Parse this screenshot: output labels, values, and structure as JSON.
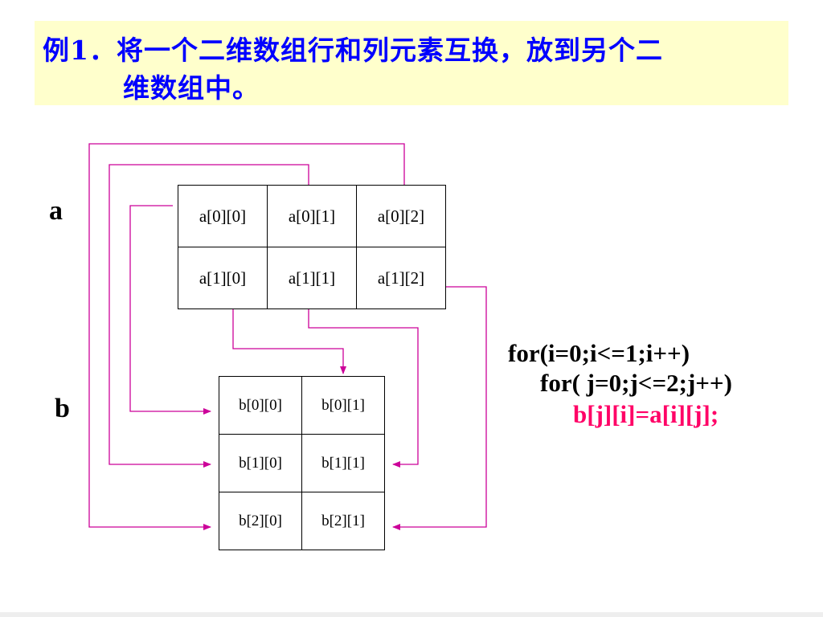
{
  "title": {
    "line1": "例1．将一个二维数组行和列元素互换，放到另个二",
    "line2": "维数组中。"
  },
  "labels": {
    "a": "a",
    "b": "b"
  },
  "matrix_a": [
    [
      "a[0][0]",
      "a[0][1]",
      "a[0][2]"
    ],
    [
      "a[1][0]",
      "a[1][1]",
      "a[1][2]"
    ]
  ],
  "matrix_b": [
    [
      "b[0][0]",
      "b[0][1]"
    ],
    [
      "b[1][0]",
      "b[1][1]"
    ],
    [
      "b[2][0]",
      "b[2][1]"
    ]
  ],
  "code": {
    "line1": "for(i=0;i<=1;i++)",
    "line2": "for( j=0;j<=2;j++)",
    "line3": "b[j][i]=a[i][j];"
  },
  "colors": {
    "title_text": "#0000ff",
    "title_bg": "#ffffcc",
    "connector": "#cc0099",
    "highlight_code": "#ff0066"
  }
}
